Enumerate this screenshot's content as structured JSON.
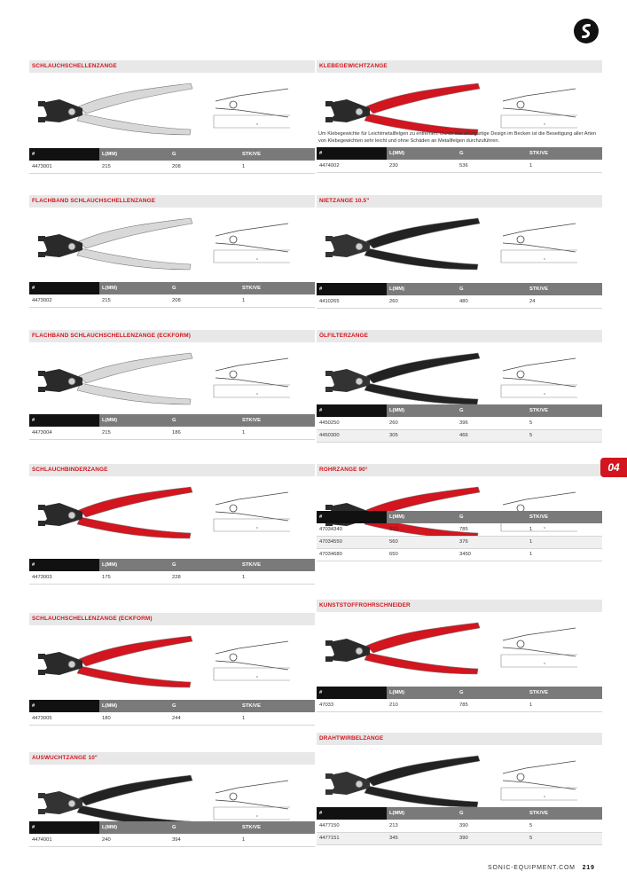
{
  "page": {
    "chapter_tab": "04",
    "website": "SONIC-EQUIPMENT.COM",
    "page_number": "219",
    "accent_color": "#d2151e"
  },
  "table_headers": [
    "#",
    "L(MM)",
    "G",
    "STK/VE"
  ],
  "left_column": [
    {
      "title": "SCHLAUCHSCHELLENZANGE",
      "handle_color": "#d8d8d8",
      "rows": [
        [
          "4473001",
          "215",
          "208",
          "1"
        ]
      ]
    },
    {
      "title": "FLACHBAND SCHLAUCHSCHELLENZANGE",
      "handle_color": "#d8d8d8",
      "rows": [
        [
          "4473002",
          "215",
          "208",
          "1"
        ]
      ]
    },
    {
      "title": "FLACHBAND SCHLAUCHSCHELLENZANGE (ECKFORM)",
      "handle_color": "#d8d8d8",
      "rows": [
        [
          "4473004",
          "215",
          "186",
          "1"
        ]
      ]
    },
    {
      "title": "SCHLAUCHBINDERZANGE",
      "handle_color": "#d2151e",
      "rows": [
        [
          "4473003",
          "175",
          "228",
          "1"
        ]
      ]
    },
    {
      "title": "SCHLAUCHSCHELLENZANGE (ECKFORM)",
      "handle_color": "#d2151e",
      "rows": [
        [
          "4473005",
          "180",
          "244",
          "1"
        ]
      ]
    },
    {
      "title": "AUSWUCHTZANGE 10\"",
      "handle_color": "#222222",
      "rows": [
        [
          "4474001",
          "240",
          "394",
          "1"
        ]
      ]
    }
  ],
  "right_column": [
    {
      "title": "KLEBEGEWICHTZANGE",
      "handle_color": "#d2151e",
      "description": "Um Klebegewichte für Leichtmetallfelgen zu entfernen. Durch das einzigartige Design im Becken ist die Beseitigung aller Arten von Klebegewichten sehr leicht und ohne Schäden an Metallfelgen durchzuführen.",
      "rows": [
        [
          "4474002",
          "230",
          "536",
          "1"
        ]
      ]
    },
    {
      "title": "NIETZANGE 10.5\"",
      "handle_color": "#222222",
      "rows": [
        [
          "4410265",
          "260",
          "480",
          "24"
        ]
      ]
    },
    {
      "title": "ÖLFILTERZANGE",
      "handle_color": "#222222",
      "rows": [
        [
          "4450250",
          "260",
          "396",
          "5"
        ],
        [
          "4450300",
          "305",
          "466",
          "5"
        ]
      ]
    },
    {
      "title": "ROHRZANGE 90°",
      "handle_color": "#d2151e",
      "rows": [
        [
          "47034340",
          "310",
          "785",
          "1"
        ],
        [
          "47034550",
          "560",
          "376",
          "1"
        ],
        [
          "47034680",
          "650",
          "3450",
          "1"
        ]
      ]
    },
    {
      "title": "KUNSTSTOFFROHRSCHNEIDER",
      "handle_color": "#d2151e",
      "rows": [
        [
          "47033",
          "210",
          "785",
          "1"
        ]
      ]
    },
    {
      "title": "DRAHTWIRBELZANGE",
      "handle_color": "#222222",
      "rows": [
        [
          "4477150",
          "213",
          "390",
          "5"
        ],
        [
          "4477151",
          "345",
          "390",
          "5"
        ]
      ]
    }
  ]
}
